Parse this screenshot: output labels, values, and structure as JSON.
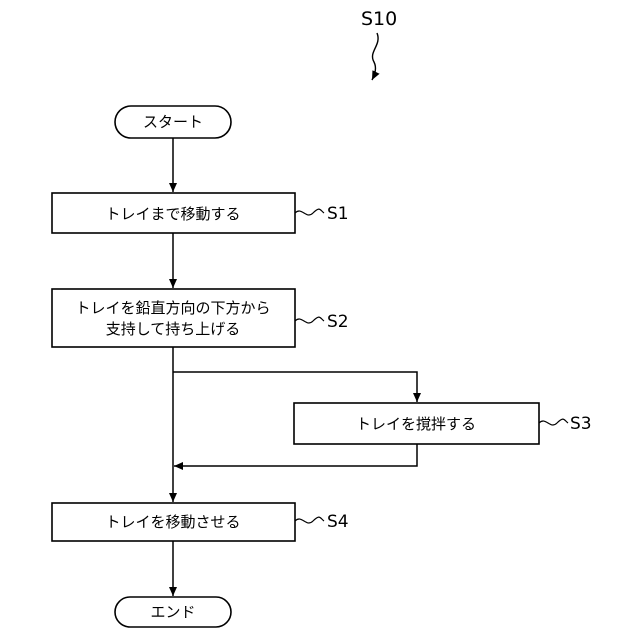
{
  "figure_label": "S10",
  "terminals": {
    "start": "スタート",
    "end": "エンド"
  },
  "steps": [
    {
      "id": "S1",
      "lines": [
        "トレイまで移動する"
      ]
    },
    {
      "id": "S2",
      "lines": [
        "トレイを鉛直方向の下方から",
        "支持して持ち上げる"
      ]
    },
    {
      "id": "S3",
      "lines": [
        "トレイを撹拌する"
      ]
    },
    {
      "id": "S4",
      "lines": [
        "トレイを移動させる"
      ]
    }
  ]
}
